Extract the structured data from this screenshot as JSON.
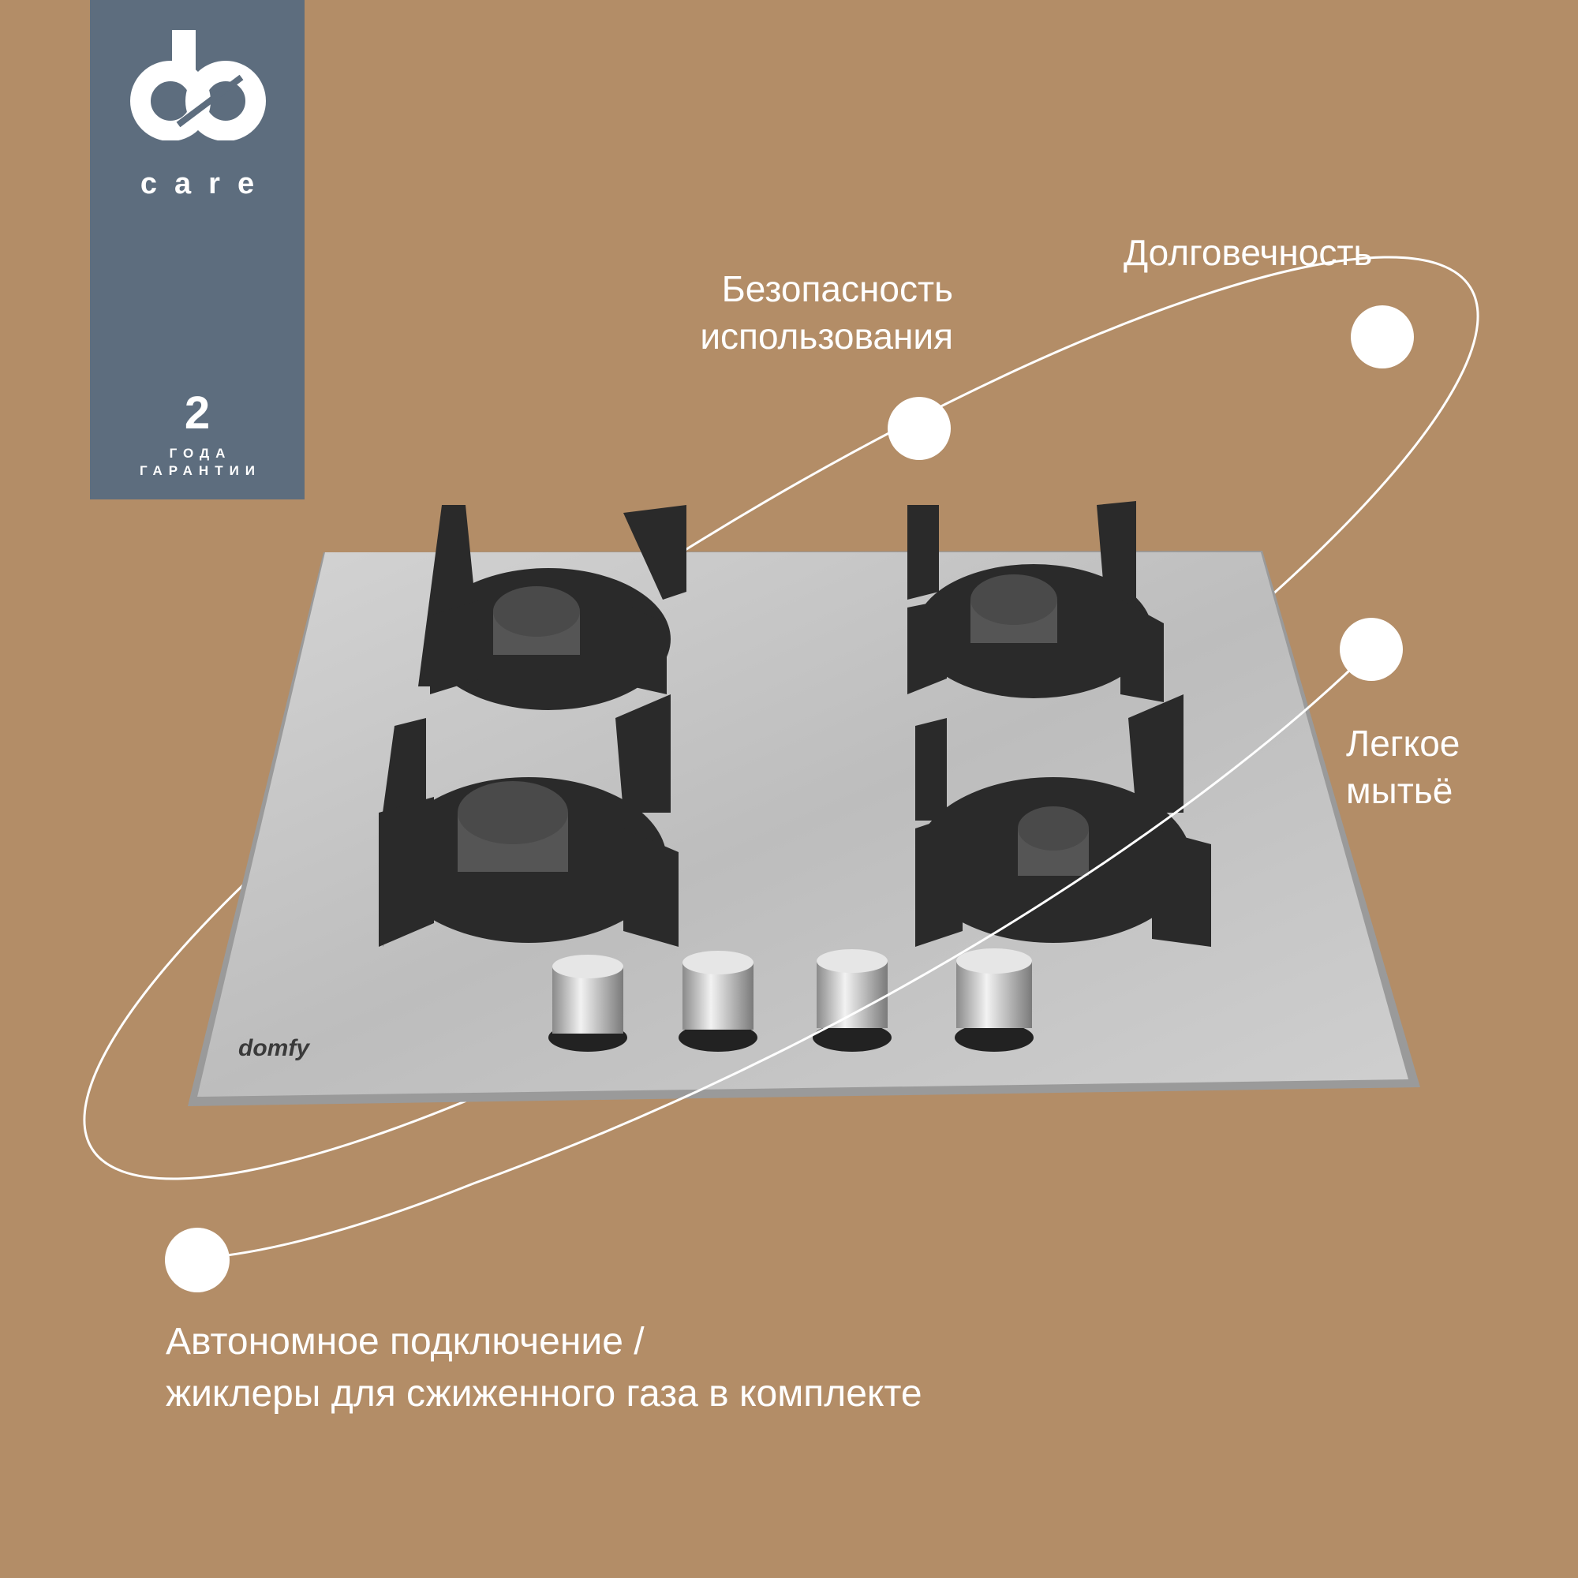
{
  "badge": {
    "logo_text": "care",
    "warranty_years": "2",
    "warranty_line1": "ГОДА",
    "warranty_line2": "ГАРАНТИИ"
  },
  "product": {
    "brand": "domfy"
  },
  "features": {
    "safety_line1": "Безопасность",
    "safety_line2": "использования",
    "durability": "Долговечность",
    "cleaning_line1": "Легкое",
    "cleaning_line2": "мытьё",
    "autonomous_line1": "Автономное подключение /",
    "autonomous_line2": "жиклеры для сжиженного газа в комплекте"
  },
  "colors": {
    "background": "#b38d67",
    "badge": "#5d6d7e",
    "accent": "#ffffff"
  }
}
